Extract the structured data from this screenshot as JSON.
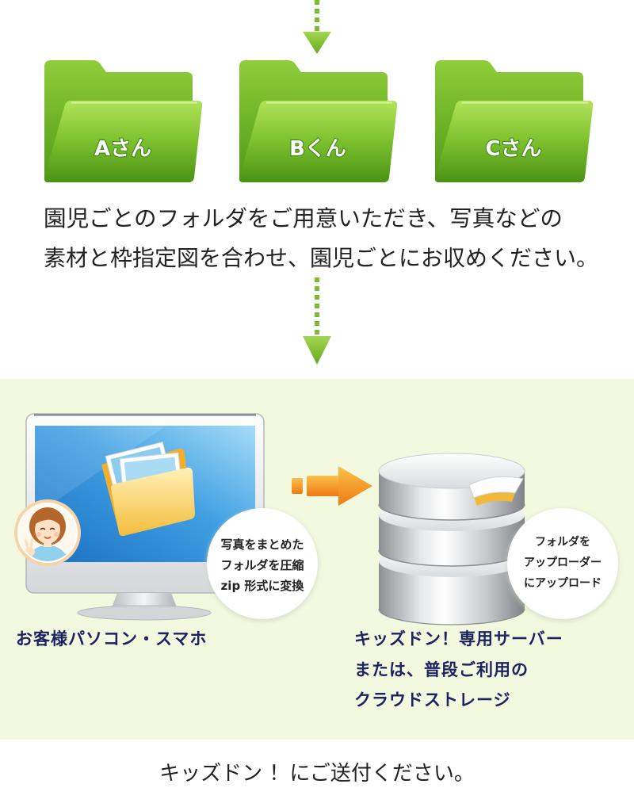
{
  "folders": [
    {
      "label": "Aさん"
    },
    {
      "label": "Bくん"
    },
    {
      "label": "Cさん"
    }
  ],
  "instruction": {
    "line1": "園児ごとのフォルダをご用意いただき、写真などの",
    "line2": "素材と枠指定図を合わせ、園児ごとにお収めください。"
  },
  "client": {
    "label": "お客様パソコン・スマホ",
    "bubble": [
      "写真をまとめた",
      "フォルダを圧縮",
      "zip 形式に変換"
    ]
  },
  "server": {
    "label": [
      "キッズドン！専用サーバー",
      "または、普段ご利用の",
      "クラウドストレージ"
    ],
    "bubble": [
      "フォルダを",
      "アップローダー",
      "にアップロード"
    ]
  },
  "footer": {
    "text": "キッズドン ！にご送付ください。"
  },
  "colors": {
    "folder_green": "#6fb52c",
    "flow_arrow_green": "#7cbf2e",
    "band_background": "#f3f9df",
    "label_navy": "#1d2263",
    "transfer_orange": "#f39a1e",
    "body_text": "#222222"
  },
  "icons": {
    "flow_arrow": "arrow-down-icon",
    "folder": "folder-icon",
    "client_device": "desktop-monitor-icon",
    "photo_folder": "photo-folder-icon",
    "staff": "avatar",
    "transfer": "arrow-right-icon",
    "server": "database-server-icon"
  }
}
